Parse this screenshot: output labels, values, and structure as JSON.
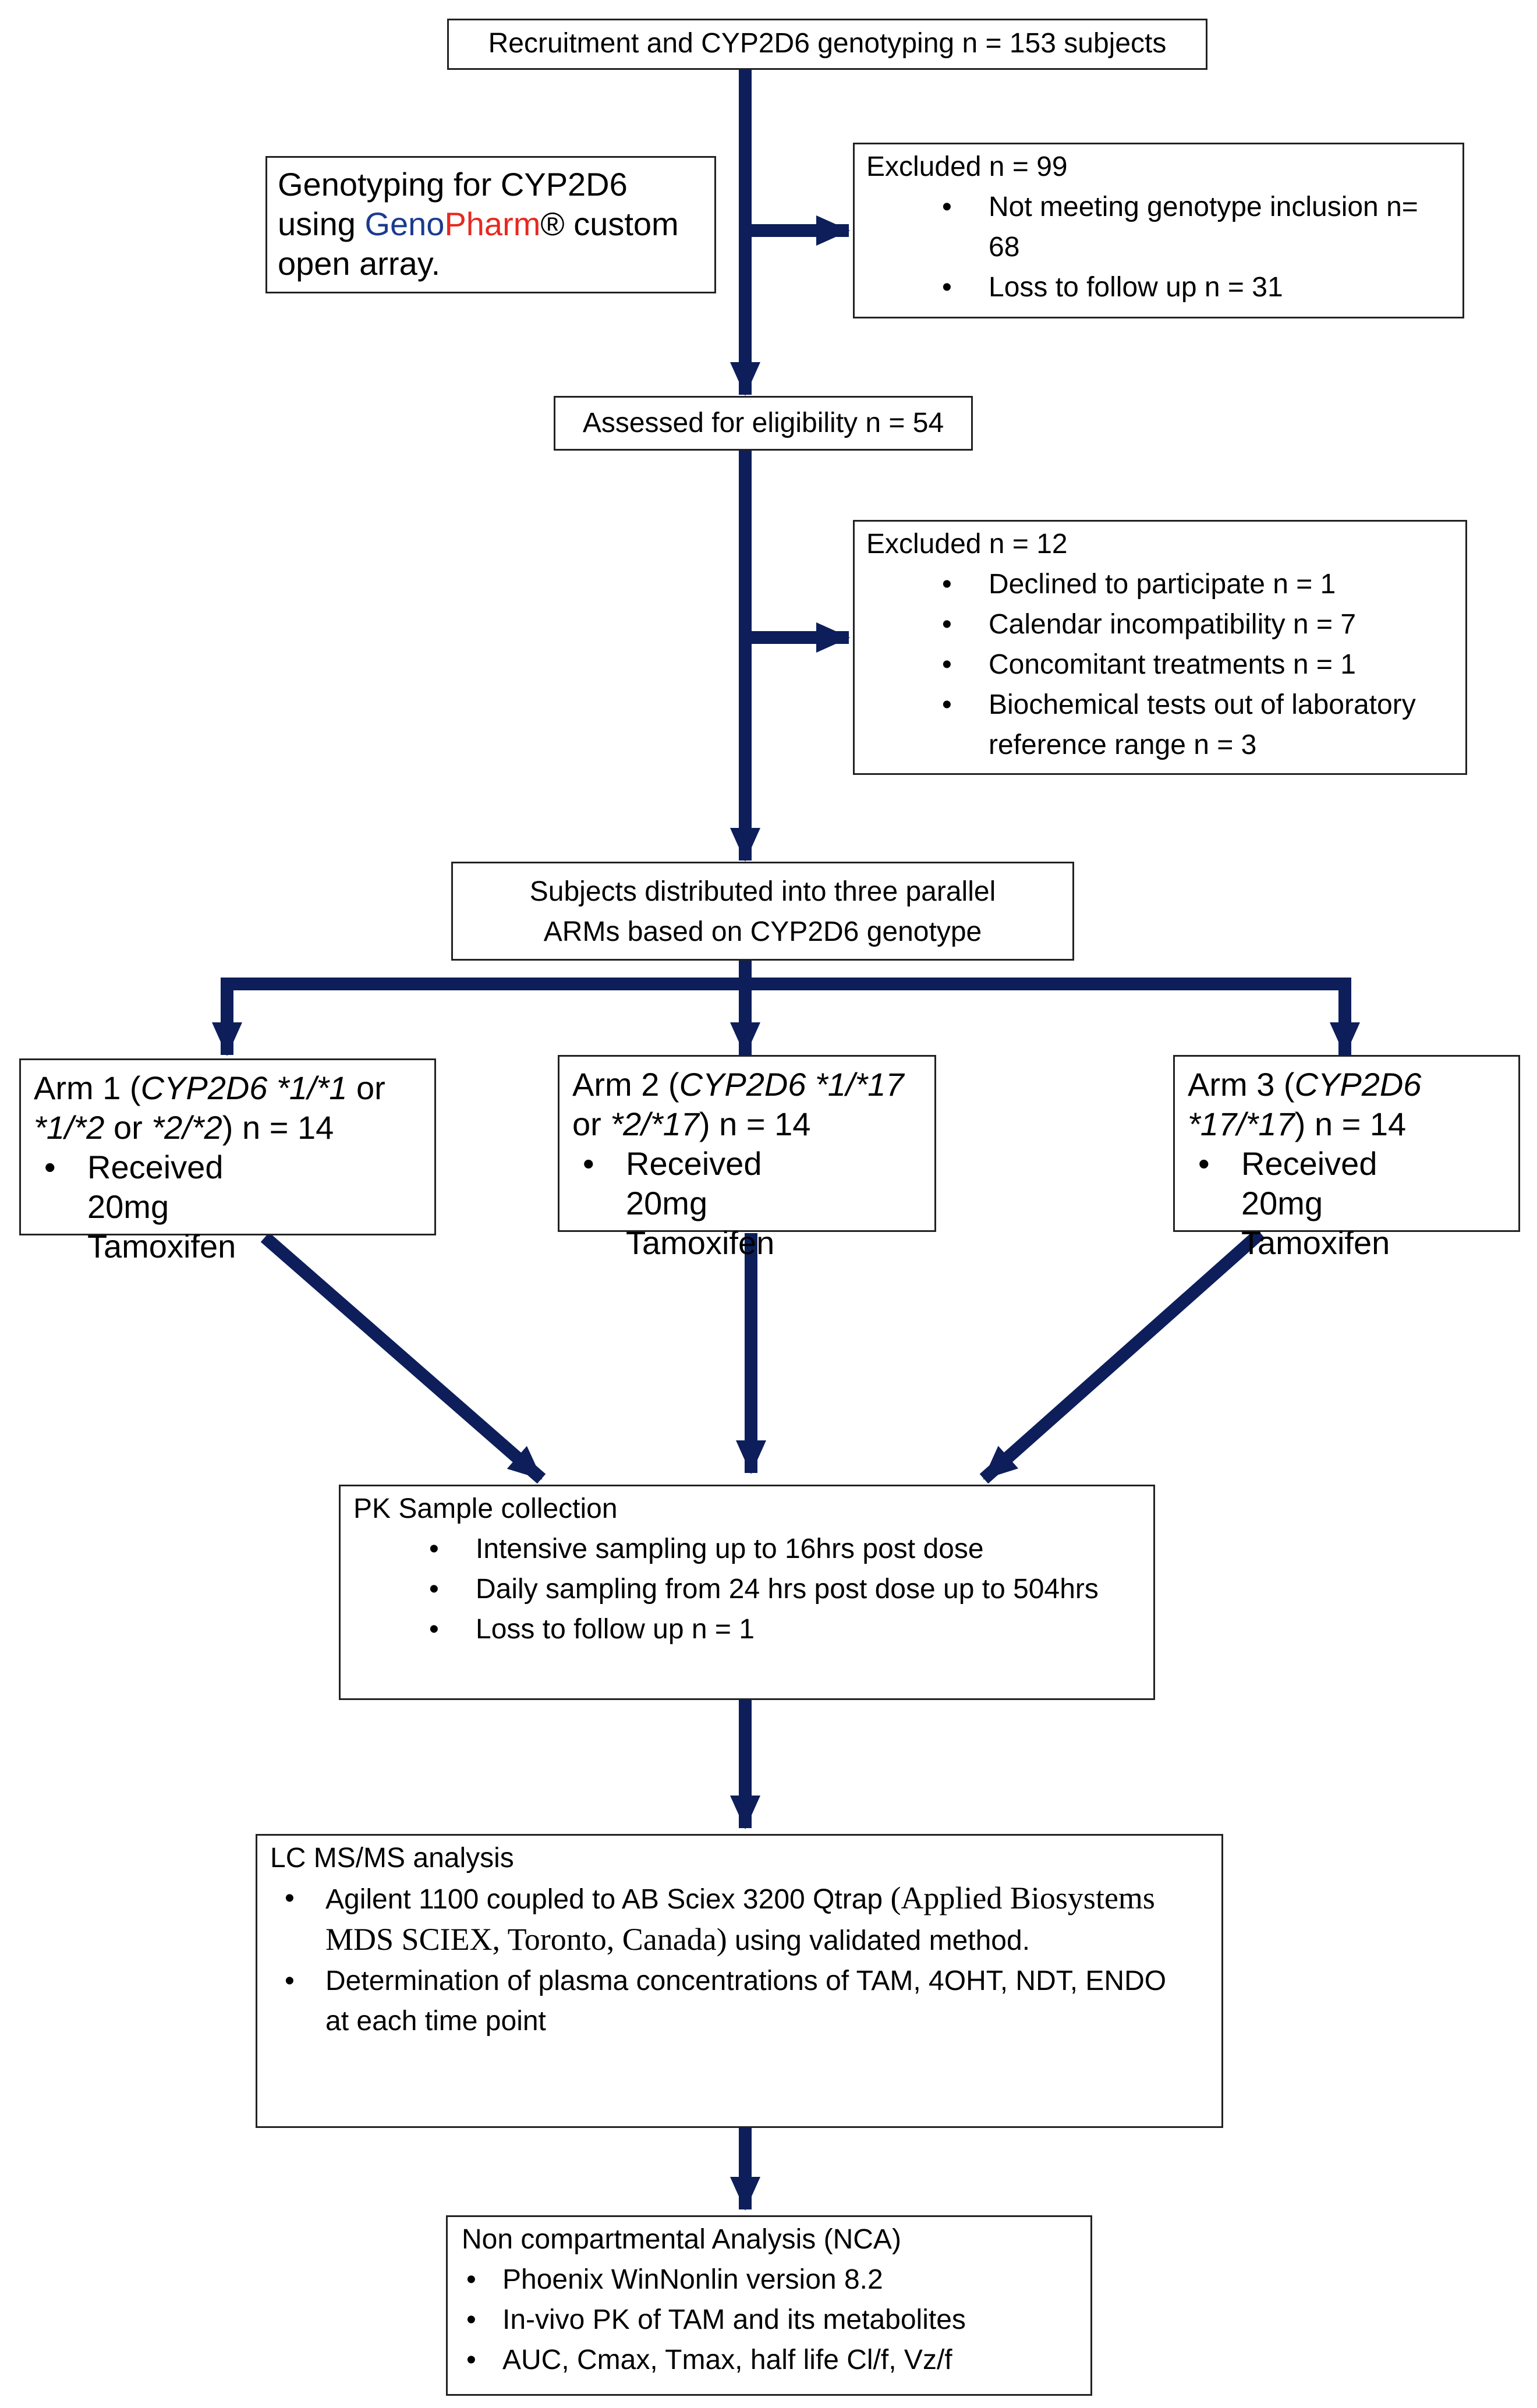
{
  "recruitment": {
    "text": "Recruitment and CYP2D6 genotyping n = 153 subjects"
  },
  "genotyping_note": {
    "line1": "Genotyping for CYP2D6",
    "line2_prefix": "using ",
    "brand_part1": "Geno",
    "brand_part2": "Pharm",
    "line2_suffix": "® custom",
    "line3": "open array."
  },
  "excluded_1": {
    "title": "Excluded n = 99",
    "items": [
      "Not meeting  genotype inclusion n=  68",
      "Loss to follow up n = 31"
    ]
  },
  "eligibility": {
    "text": "Assessed for eligibility n = 54"
  },
  "excluded_2": {
    "title": "Excluded n = 12",
    "items": [
      "Declined to participate n = 1",
      "Calendar incompatibility n = 7",
      "Concomitant treatments n = 1",
      "Biochemical tests out of laboratory reference range n = 3"
    ]
  },
  "distribution": {
    "line1": "Subjects distributed  into three parallel",
    "line2": "ARMs based on CYP2D6 genotype"
  },
  "arms": [
    {
      "prefix": "Arm 1 (",
      "genotype": "CYP2D6 *1/*1",
      "mid": " or ",
      "genotype2": "*1/*2",
      "mid2": " or ",
      "genotype3": "*2/*2",
      "suffix": ") n = 14",
      "item": "Received 20mg Tamoxifen"
    },
    {
      "prefix": "Arm 2 (",
      "genotype": "CYP2D6 *1/*17",
      "mid": " or ",
      "genotype2": "*2/*17",
      "suffix": ") n = 14",
      "item": "Received 20mg Tamoxifen"
    },
    {
      "prefix": "Arm 3 (",
      "genotype": "CYP2D6 *17/*17",
      "suffix": ") n = 14",
      "item": "Received 20mg Tamoxifen"
    }
  ],
  "pk": {
    "title": "PK Sample collection",
    "items": [
      "Intensive sampling up to 16hrs post dose",
      "Daily sampling from 24 hrs post dose up to 504hrs",
      "Loss to follow up n = 1"
    ]
  },
  "lcms": {
    "title": "LC MS/MS analysis",
    "item1_a": "Agilent 1100 coupled to AB Sciex 3200 Qtrap ",
    "item1_serif": "(Applied Biosystems MDS SCIEX, Toronto, Canada)",
    "item1_b": " using validated method.",
    "item2": "Determination of plasma concentrations of TAM, 4OHT, NDT, ENDO at each time point"
  },
  "nca": {
    "title": "Non compartmental Analysis (NCA)",
    "items": [
      "Phoenix WinNonlin version 8.2",
      "In-vivo PK of TAM and its metabolites",
      "AUC,  Cmax, Tmax, half life Cl/f, Vz/f"
    ]
  },
  "colors": {
    "arrow": "#0d1e5a",
    "border": "#222222"
  }
}
